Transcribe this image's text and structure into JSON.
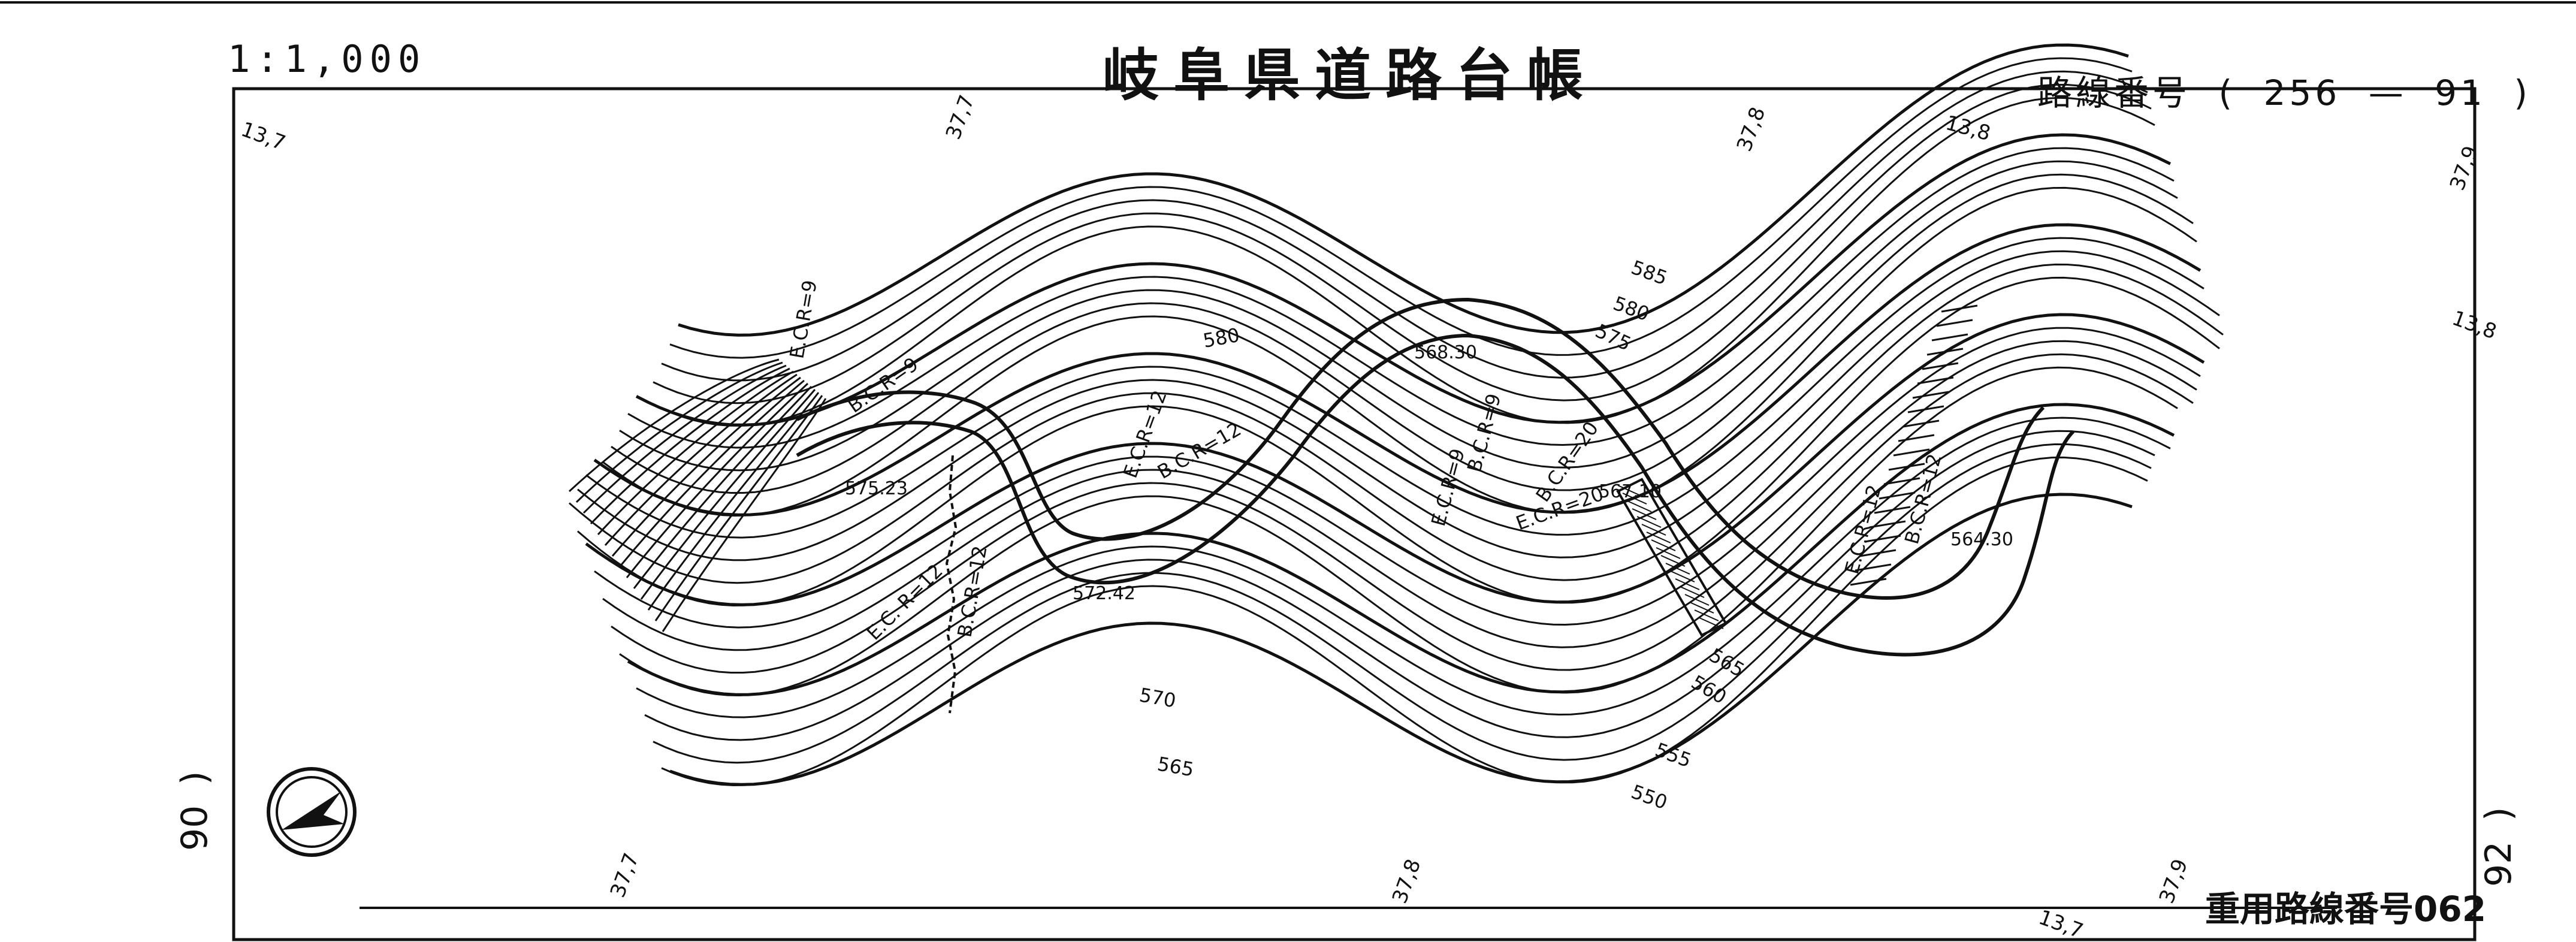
{
  "header": {
    "scale": "1:1,000",
    "title": "岐阜県道路台帳",
    "route_label": "路線番号",
    "route_open": "(",
    "route_number": "256",
    "route_dash": "—",
    "route_sheet": "91",
    "route_close": ")"
  },
  "footer": {
    "heavy_route": "重用路線番号062"
  },
  "sheet_refs": {
    "left": "90",
    "right": "92",
    "left_paren": ")",
    "right_paren": ")"
  },
  "grid_labels": [
    "13,7",
    "37,7",
    "37,8",
    "13,8",
    "37,9",
    "13,8",
    "37,7",
    "37,8",
    "37,9",
    "13,7"
  ],
  "elevations": {
    "contours": [
      "585",
      "580",
      "575",
      "580",
      "570",
      "565",
      "565",
      "560",
      "555",
      "550"
    ],
    "spot_heights": [
      "575.23",
      "572.42",
      "568.30",
      "567.10",
      "564.30"
    ]
  },
  "curves": [
    "E.C.R=9",
    "B.C.R=9",
    "E.C.R=12",
    "B.C.R=12",
    "E.C. R=12",
    "B.C.R=12",
    "E.C.R=9",
    "B.C.R=9",
    "B.C.R=20",
    "E.C.R=20",
    "E.C.R=12",
    "B.C.R=12"
  ],
  "north_arrow": "north-arrow-icon",
  "colors": {
    "ink": "#111111",
    "paper": "#ffffff"
  }
}
